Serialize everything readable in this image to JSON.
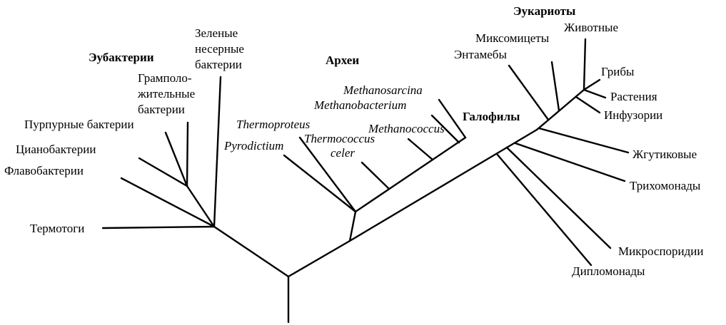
{
  "groups": {
    "eubacteria": "Эубактерии",
    "archaea": "Археи",
    "eukaryotes": "Эукариоты"
  },
  "labels": {
    "green_nonsulfur_1": "Зеленые",
    "green_nonsulfur_2": "несерные",
    "green_nonsulfur_3": "бактерии",
    "gram_positive_1": "Грамполо-",
    "gram_positive_2": "жительные",
    "gram_positive_3": "бактерии",
    "purple_bacteria": "Пурпурные бактерии",
    "cyanobacteria": "Цианобактерии",
    "flavobacteria": "Флавобактерии",
    "thermotogae": "Термотоги",
    "thermoproteus": "Thermoproteus",
    "pyrodictium": "Pyrodictium",
    "thermococcus_1": "Thermococcus",
    "thermococcus_2": "celer",
    "methanococcus": "Methanococcus",
    "methanobacterium": "Methanobacterium",
    "methanosarcina": "Methanosarcina",
    "halophiles": "Галофилы",
    "entamoebae": "Энтамебы",
    "slime_molds": "Миксомицеты",
    "animals": "Животные",
    "fungi": "Грибы",
    "plants": "Растения",
    "ciliates": "Инфузории",
    "flagellates": "Жгутиковые",
    "trichomonads": "Трихомонады",
    "microsporidia": "Микроспоридии",
    "diplomonads": "Дипломонады"
  }
}
